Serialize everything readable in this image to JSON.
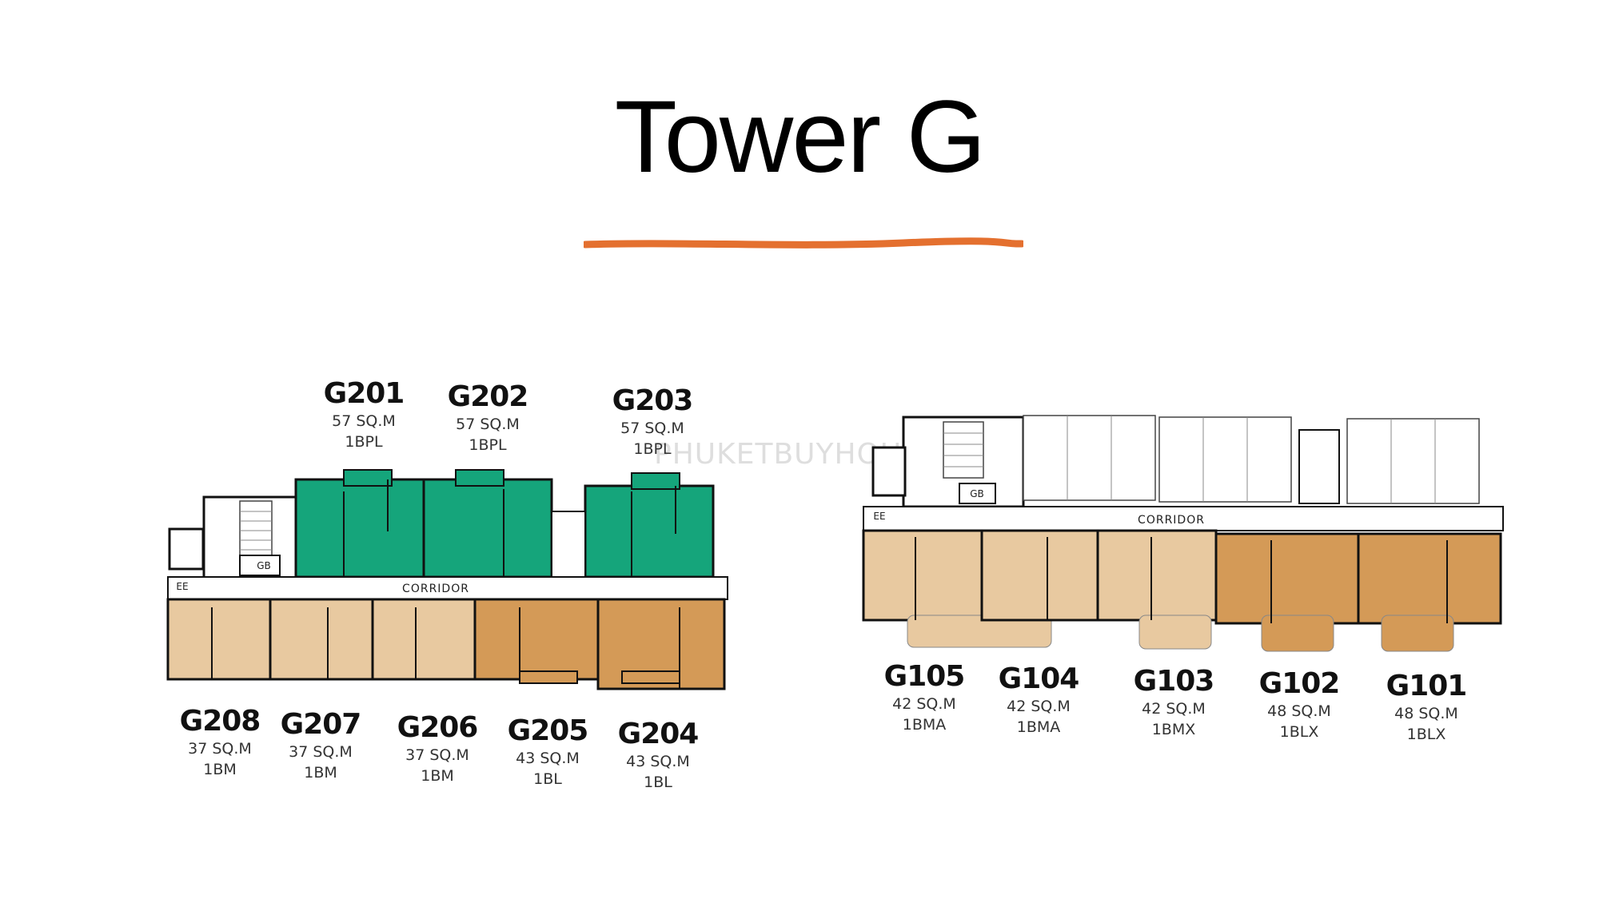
{
  "title": "Tower G",
  "colors": {
    "underline": "#e4702f",
    "green": "#15a57b",
    "light_tan": "#e8c9a0",
    "dark_tan": "#d49a57",
    "wall": "#111111"
  },
  "left_plan": {
    "corridor_label": "CORRIDOR",
    "gb_label": "GB",
    "ee_label": "EE",
    "top_units": [
      {
        "code": "G201",
        "area": "57 SQ.M",
        "type": "1BPL"
      },
      {
        "code": "G202",
        "area": "57 SQ.M",
        "type": "1BPL"
      },
      {
        "code": "G203",
        "area": "57 SQ.M",
        "type": "1BPL"
      }
    ],
    "bottom_units": [
      {
        "code": "G208",
        "area": "37 SQ.M",
        "type": "1BM"
      },
      {
        "code": "G207",
        "area": "37 SQ.M",
        "type": "1BM"
      },
      {
        "code": "G206",
        "area": "37 SQ.M",
        "type": "1BM"
      },
      {
        "code": "G205",
        "area": "43 SQ.M",
        "type": "1BL"
      },
      {
        "code": "G204",
        "area": "43 SQ.M",
        "type": "1BL"
      }
    ]
  },
  "right_plan": {
    "corridor_label": "CORRIDOR",
    "gb_label": "GB",
    "ee_label": "EE",
    "bottom_units": [
      {
        "code": "G105",
        "area": "42 SQ.M",
        "type": "1BMA"
      },
      {
        "code": "G104",
        "area": "42 SQ.M",
        "type": "1BMA"
      },
      {
        "code": "G103",
        "area": "42 SQ.M",
        "type": "1BMX"
      },
      {
        "code": "G102",
        "area": "48 SQ.M",
        "type": "1BLX"
      },
      {
        "code": "G101",
        "area": "48 SQ.M",
        "type": "1BLX"
      }
    ]
  },
  "watermark": "PHUKETBUYHOUSE.COM"
}
